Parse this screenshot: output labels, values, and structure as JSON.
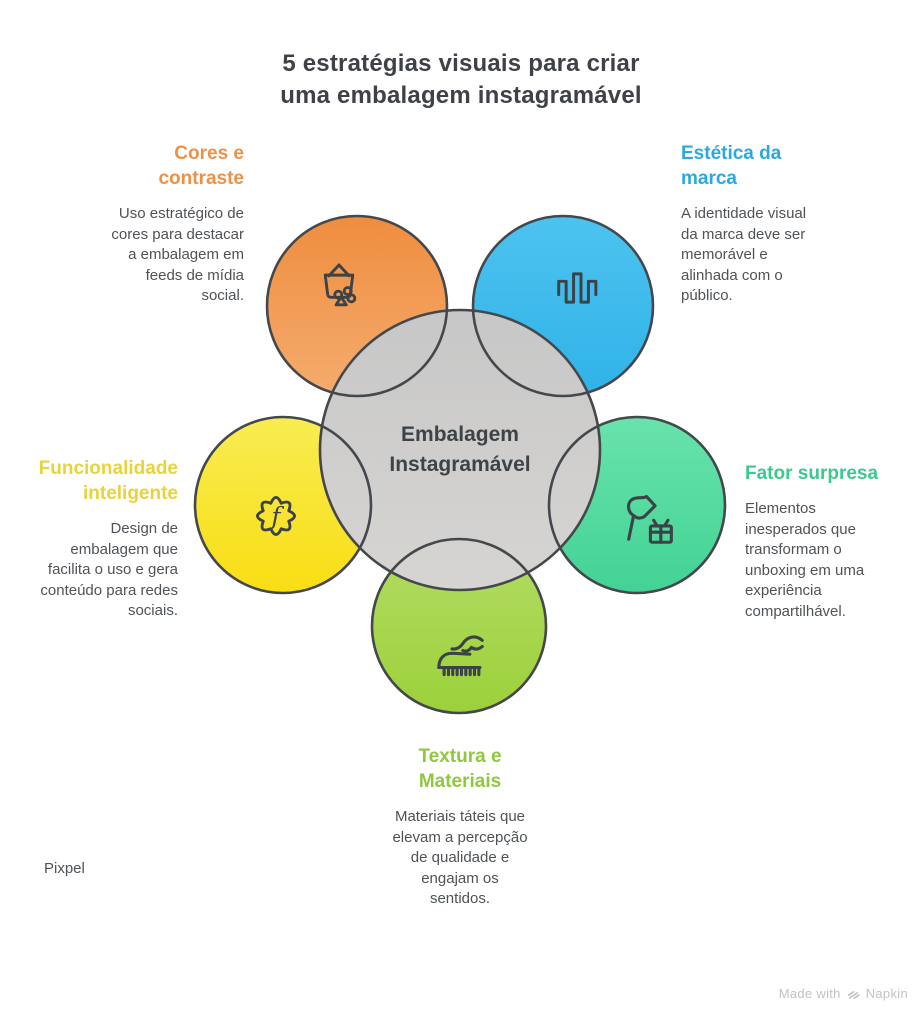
{
  "title": "5 estratégias visuais para criar\numa embalagem instagramável",
  "center": {
    "label": "Embalagem\nInstagramável"
  },
  "sections": [
    {
      "id": "cores-e-contraste",
      "heading": "Cores e\ncontraste",
      "body": "Uso estratégico de\ncores para destacar\na embalagem em\nfeeds de mídia\nsocial.",
      "color": "#EE9148",
      "icon": "basket-shapes-icon"
    },
    {
      "id": "estetica-da-marca",
      "heading": "Estética da\nmarca",
      "body": "A identidade visual\nda marca deve ser\nmemorável e\nalinhada com o\npúblico.",
      "color": "#2AA9E0",
      "icon": "soundwave-icon"
    },
    {
      "id": "funcionalidade-inteligente",
      "heading": "Funcionalidade\ninteligente",
      "body": "Design de\nembalagem que\nfacilita o uso e gera\nconteúdo para redes\nsociais.",
      "color": "#E9D33B",
      "icon": "badge-f-icon"
    },
    {
      "id": "fator-surpresa",
      "heading": "Fator surpresa",
      "body": "Elementos\ninesperados que\ntransformam o\nunboxing em uma\nexperiência\ncompartilhável.",
      "color": "#3CC98F",
      "icon": "flag-gift-icon"
    },
    {
      "id": "textura-e-materiais",
      "heading": "Textura e\nMateriais",
      "body": "Materiais táteis que\nelevam a percepção\nde qualidade e\nengajam os\nsentidos.",
      "color": "#8FC73E",
      "icon": "hand-texture-icon"
    }
  ],
  "footer": {
    "credit": "Pixpel",
    "made_with": "Made with",
    "brand": "Napkin"
  },
  "palette": {
    "title_text": "#3E4247",
    "body_text": "#4E5357",
    "center_text": "#3E4347",
    "circle_stroke": "#44484C",
    "icon_stroke": "#3C4245",
    "cores_top": "#EF8D3F",
    "cores_bottom": "#F5AC6E",
    "marca_top": "#4DC3EF",
    "marca_bottom": "#30B2E8",
    "func_top": "#F8EC52",
    "func_bottom": "#F9DE14",
    "fator_top": "#68E3AB",
    "fator_bottom": "#43D295",
    "textura_top": "#B3DC64",
    "textura_bottom": "#9CD13A",
    "center_top": "#C7C7C7",
    "center_bottom": "#D7D5D2",
    "napkin_text": "#BFC3C7"
  }
}
